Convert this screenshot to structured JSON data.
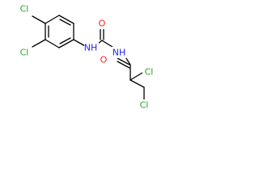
{
  "molecule": {
    "atoms": [
      {
        "id": "cl1",
        "label": "Cl",
        "color": "#1fa81f"
      },
      {
        "id": "cl2",
        "label": "Cl",
        "color": "#1fa81f"
      },
      {
        "id": "nh1",
        "label": "NH",
        "color": "#2020ff"
      },
      {
        "id": "nh2",
        "label": "NH",
        "color": "#2020ff"
      },
      {
        "id": "o1",
        "label": "O",
        "color": "#ff1f1f"
      },
      {
        "id": "o2",
        "label": "O",
        "color": "#ff1f1f"
      },
      {
        "id": "cl3",
        "label": "Cl",
        "color": "#1fa81f"
      },
      {
        "id": "cl4",
        "label": "Cl",
        "color": "#1fa81f"
      }
    ]
  }
}
